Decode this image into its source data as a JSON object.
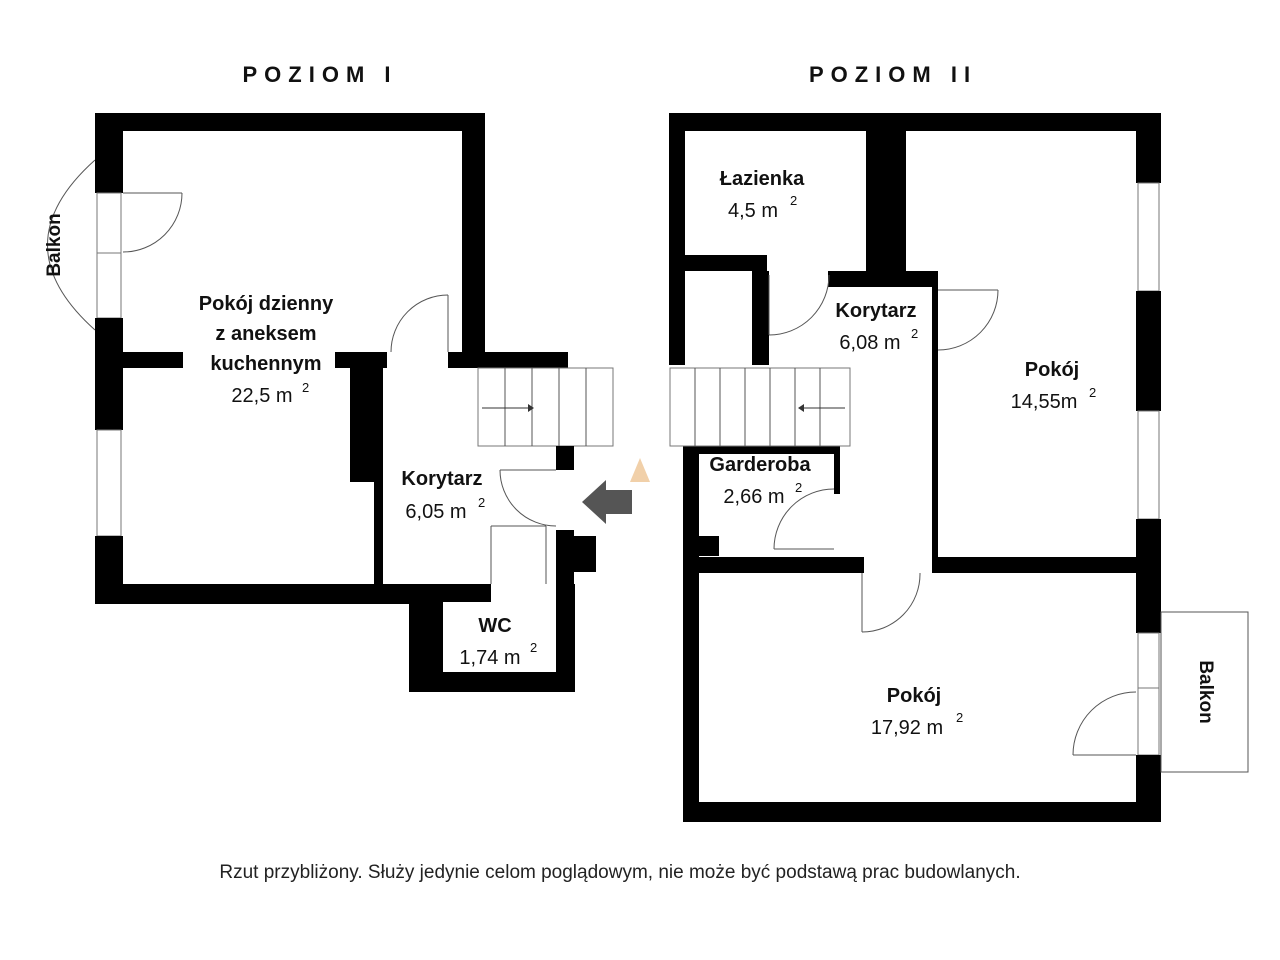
{
  "levels": [
    {
      "title": "POZIOM I"
    },
    {
      "title": "POZIOM II"
    }
  ],
  "rooms": {
    "living": {
      "name_lines": [
        "Pokój dzienny",
        "z aneksem",
        "kuchennym"
      ],
      "area": "22,5 m",
      "unit_sup": "2"
    },
    "corridor1": {
      "name": "Korytarz",
      "area": "6,05 m",
      "unit_sup": "2"
    },
    "wc": {
      "name": "WC",
      "area": "1,74 m",
      "unit_sup": "2"
    },
    "bathroom": {
      "name": "Łazienka",
      "area": "4,5 m",
      "unit_sup": "2"
    },
    "corridor2": {
      "name": "Korytarz",
      "area": "6,08 m",
      "unit_sup": "2"
    },
    "room_upper": {
      "name": "Pokój",
      "area": "14,55m",
      "unit_sup": "2"
    },
    "wardrobe": {
      "name": "Garderoba",
      "area": "2,66 m",
      "unit_sup": "2"
    },
    "room_lower": {
      "name": "Pokój",
      "area": "17,92 m",
      "unit_sup": "2"
    }
  },
  "balconies": {
    "left": "Balkon",
    "right": "Balkon"
  },
  "footnote": "Rzut przybliżony. Służy jedynie celom poglądowym, nie może być podstawą prac budowlanych.",
  "icons": {
    "entrance": "entrance-arrow-icon",
    "stairs_direction": "stairs-arrow-icon",
    "watermark": "watermark-logo-icon"
  },
  "colors": {
    "walls": "#000000",
    "background": "#ffffff",
    "entrance_arrow": "#555555",
    "watermark": "#e0a060"
  }
}
